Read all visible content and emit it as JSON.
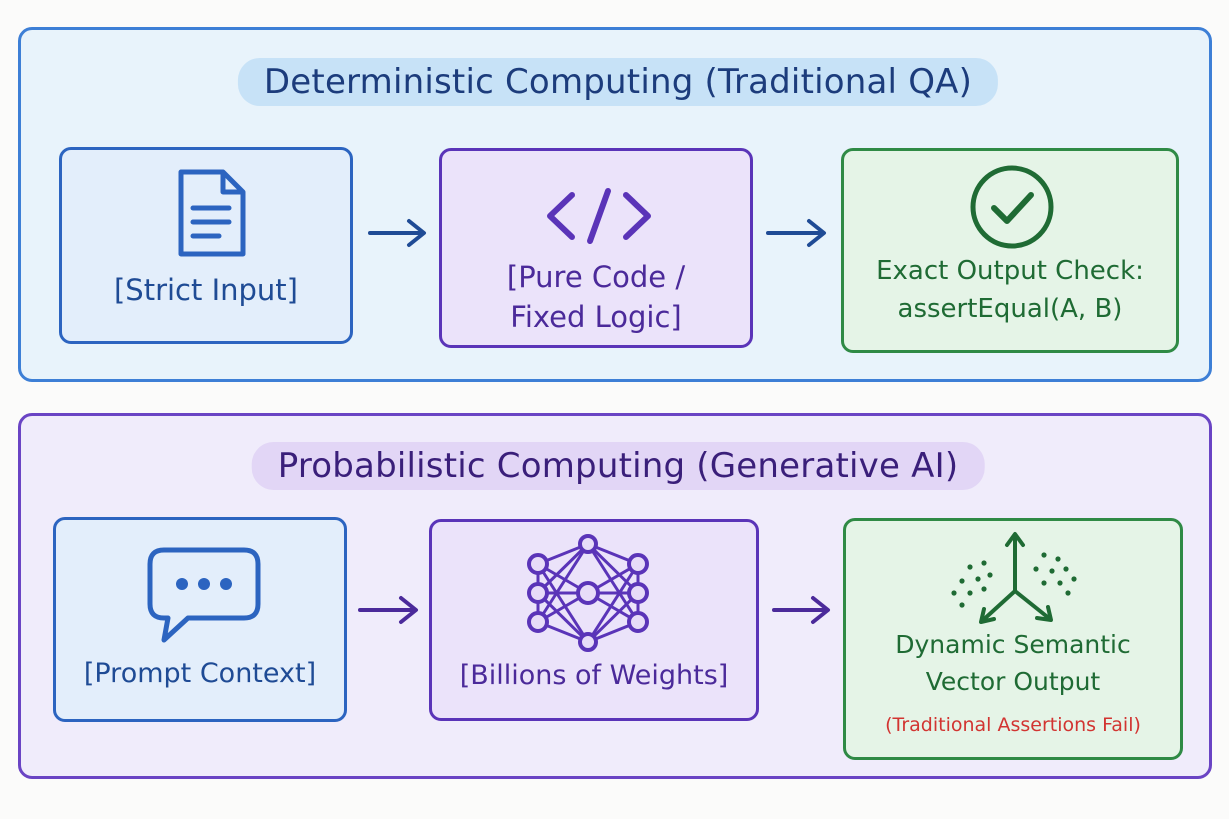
{
  "deterministic": {
    "title": "Deterministic Computing (Traditional QA)",
    "input_label": "[Strict Input]",
    "logic_label_line1": "[Pure Code /",
    "logic_label_line2": "Fixed Logic]",
    "output_label_line1": "Exact Output Check:",
    "output_label_line2": "assertEqual(A, B)"
  },
  "probabilistic": {
    "title": "Probabilistic Computing (Generative AI)",
    "input_label": "[Prompt Context]",
    "model_label": "[Billions of Weights]",
    "output_label_line1": "Dynamic Semantic",
    "output_label_line2": "Vector Output",
    "output_note": "(Traditional Assertions Fail)"
  },
  "colors": {
    "blue": "#2c64c0",
    "purple": "#5a34b8",
    "green": "#2f8a45",
    "red": "#d23431"
  },
  "icons": [
    "document-icon",
    "code-icon",
    "checkmark-circle-icon",
    "chat-bubble-icon",
    "neural-network-icon",
    "vector-axes-icon",
    "arrow-right-icon"
  ]
}
